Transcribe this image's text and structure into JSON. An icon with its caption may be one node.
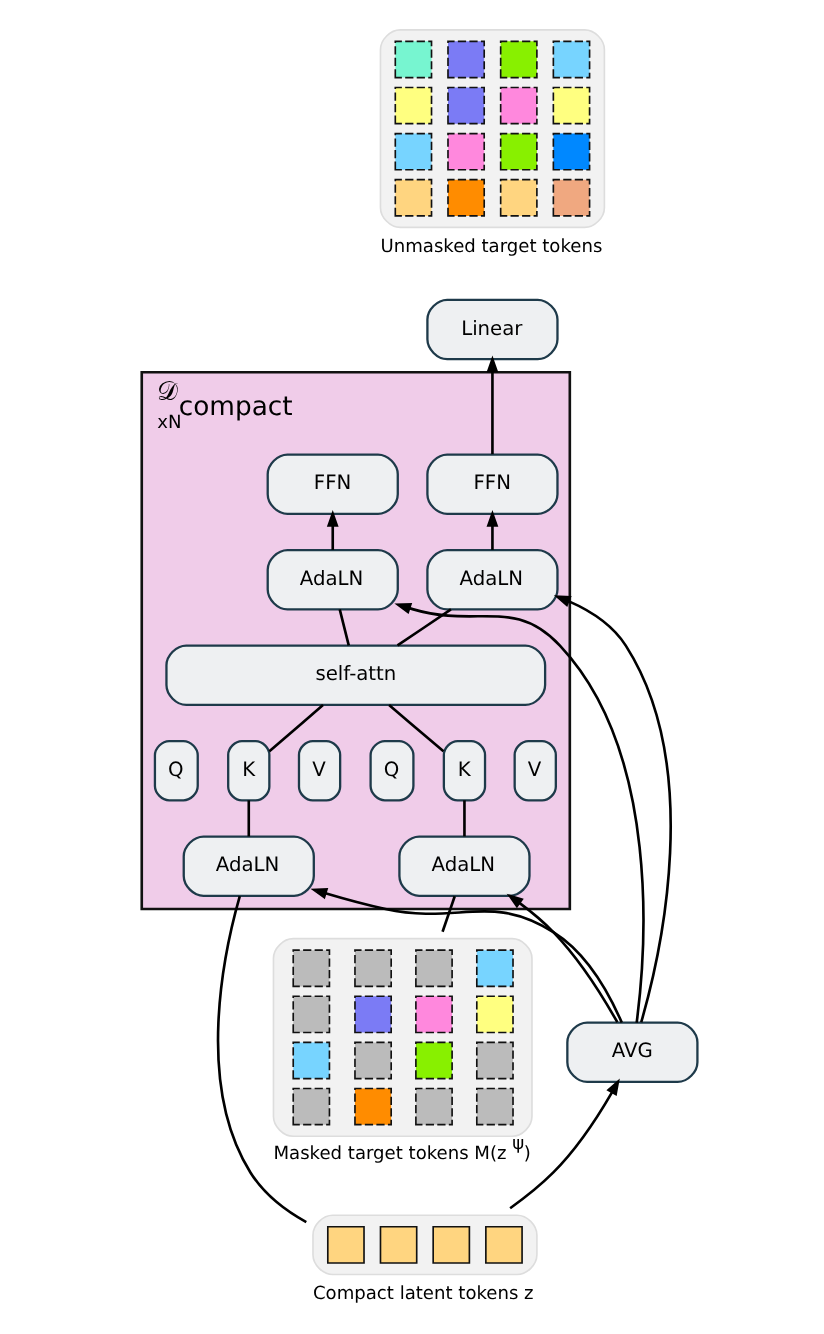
{
  "diagram": {
    "nodes": [
      {
        "text": [
          "𝒟$_{compact}$",
          "xN"
        ]
      },
      {
        "text": [
          "FFN"
        ],
        "in": 0
      },
      {
        "text": [
          "FFN"
        ],
        "in": 0
      },
      {
        "text": [
          "AdaLN"
        ],
        "in": 0
      },
      {
        "text": [
          "AdaLN"
        ],
        "in": 0
      },
      {
        "text": [
          "self-attn"
        ],
        "in": 0
      },
      {
        "text": [
          "Q"
        ],
        "in": 0
      },
      {
        "text": [
          "K"
        ],
        "in": 0
      },
      {
        "text": [
          "V"
        ],
        "in": 0
      },
      {
        "text": [
          "Q"
        ],
        "in": 0
      },
      {
        "text": [
          "K"
        ],
        "in": 0
      },
      {
        "text": [
          "V"
        ],
        "in": 0
      },
      {
        "text": [
          "AdaLN"
        ],
        "in": 0
      },
      {
        "text": [
          "AdaLN"
        ],
        "in": 0
      },
      {
        "text": [
          "Linear"
        ]
      },
      {
        "text": [
          "AVG"
        ]
      },
      {
        "text": [],
        "shape": "box",
        "beside": [
          "Unmasked target tokens"
        ]
      },
      {
        "text": [],
        "shape": "box",
        "beside": [
          "Masked target tokens M(z$^{ψ}$)"
        ]
      },
      {
        "text": [],
        "shape": "box",
        "beside": [
          "Compact latent tokens z"
        ]
      }
    ],
    "edges": [
      {
        "from": 12,
        "to": 7,
        "arrow": "none"
      },
      {
        "from": 7,
        "to": 5,
        "arrow": "none"
      },
      {
        "from": 13,
        "to": 10,
        "arrow": "none"
      },
      {
        "from": 10,
        "to": 5,
        "arrow": "none"
      },
      {
        "from": 5,
        "to": 3,
        "arrow": "none"
      },
      {
        "from": 5,
        "to": 4,
        "arrow": "none"
      },
      {
        "from": 3,
        "to": 1,
        "arrow": "to"
      },
      {
        "from": 4,
        "to": 2,
        "arrow": "to"
      },
      {
        "from": 2,
        "to": 14,
        "arrow": "to"
      },
      {
        "from": 15,
        "to": 3,
        "arrow": "to"
      },
      {
        "from": 15,
        "to": 4,
        "arrow": "to"
      },
      {
        "from": 15,
        "to": 12,
        "arrow": "to"
      },
      {
        "from": 15,
        "to": 13,
        "arrow": "to"
      },
      {
        "from": 18,
        "to": 15,
        "arrow": "to"
      },
      {
        "from": 18,
        "to": 12,
        "arrow": "none"
      },
      {
        "from": 17,
        "to": 13,
        "arrow": "none"
      }
    ]
  }
}
